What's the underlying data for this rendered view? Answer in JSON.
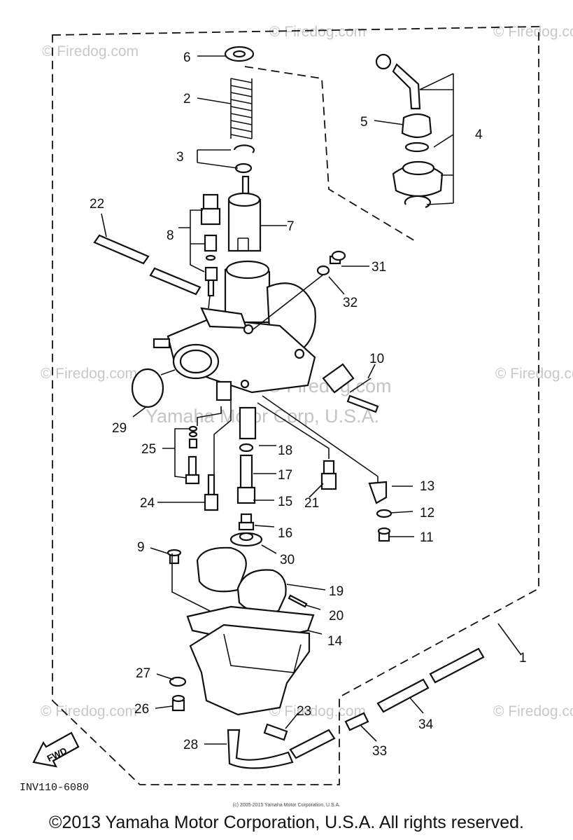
{
  "diagram": {
    "diagram_code": "INV110-6080",
    "fwd_label": "FWD",
    "watermark": {
      "site": "© Firedog.com",
      "company": "Yamaha Motor Corp, U.S.A."
    },
    "parts": [
      {
        "number": "1"
      },
      {
        "number": "2"
      },
      {
        "number": "3"
      },
      {
        "number": "4"
      },
      {
        "number": "5"
      },
      {
        "number": "6"
      },
      {
        "number": "7"
      },
      {
        "number": "8"
      },
      {
        "number": "9"
      },
      {
        "number": "10"
      },
      {
        "number": "11"
      },
      {
        "number": "12"
      },
      {
        "number": "13"
      },
      {
        "number": "14"
      },
      {
        "number": "15"
      },
      {
        "number": "16"
      },
      {
        "number": "17"
      },
      {
        "number": "18"
      },
      {
        "number": "19"
      },
      {
        "number": "20"
      },
      {
        "number": "21"
      },
      {
        "number": "22"
      },
      {
        "number": "23"
      },
      {
        "number": "24"
      },
      {
        "number": "25"
      },
      {
        "number": "26"
      },
      {
        "number": "27"
      },
      {
        "number": "28"
      },
      {
        "number": "29"
      },
      {
        "number": "30"
      },
      {
        "number": "31"
      },
      {
        "number": "32"
      },
      {
        "number": "33"
      },
      {
        "number": "34"
      }
    ]
  },
  "footer": {
    "small_copyright": "(c) 2005-2015 Yamaha Motor Corporation, U.S.A.",
    "copyright": "©2013 Yamaha Motor Corporation, U.S.A. All rights reserved."
  }
}
